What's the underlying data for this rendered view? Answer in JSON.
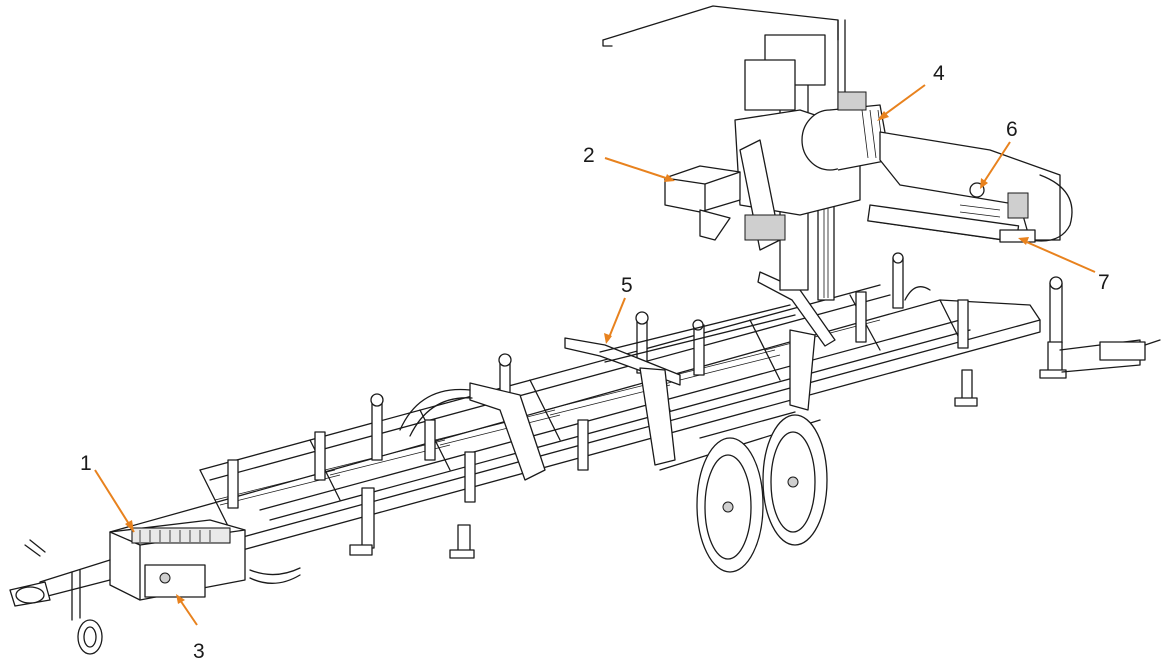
{
  "accent_color": "#e8821e",
  "line_color": "#1a1a1a",
  "callouts": [
    {
      "label": "1"
    },
    {
      "label": "2"
    },
    {
      "label": "3"
    },
    {
      "label": "4"
    },
    {
      "label": "5"
    },
    {
      "label": "6"
    },
    {
      "label": "7"
    }
  ]
}
